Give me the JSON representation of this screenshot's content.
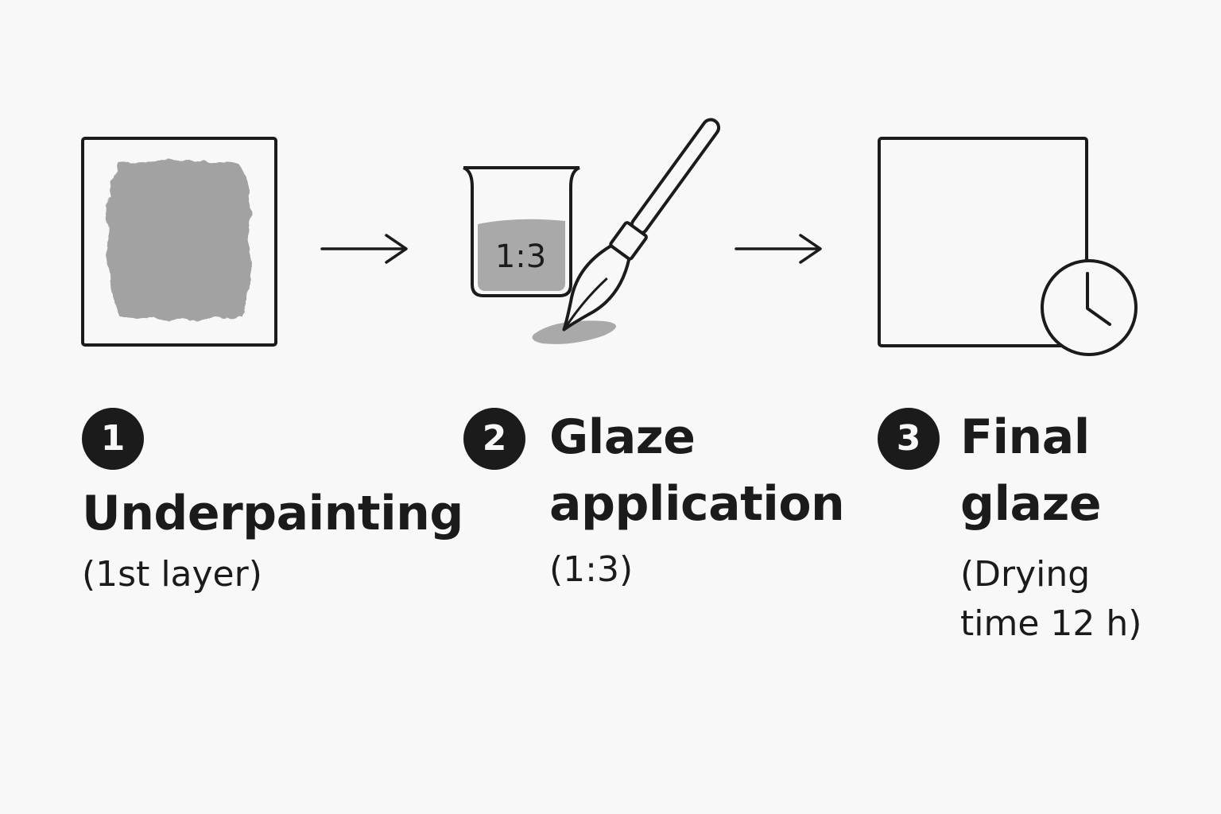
{
  "steps": [
    {
      "number": "1",
      "title": "Underpainting",
      "subtitle": "(1st layer)",
      "icon": "canvas-with-gray-wash-icon"
    },
    {
      "number": "2",
      "title_line1": "Glaze",
      "title_line2": "application",
      "subtitle": "(1:3)",
      "icon": "beaker-and-brush-icon",
      "beaker_label": "1:3"
    },
    {
      "number": "3",
      "title_line1": "Final",
      "title_line2": "glaze",
      "subtitle_line1": "(Drying",
      "subtitle_line2": "time 12 h)",
      "icon": "canvas-with-clock-icon"
    }
  ],
  "colors": {
    "background": "#f8f8f8",
    "ink": "#1b1b1b",
    "wash_gray": "#9e9e9e",
    "liquid_gray": "#a9a9a9"
  }
}
